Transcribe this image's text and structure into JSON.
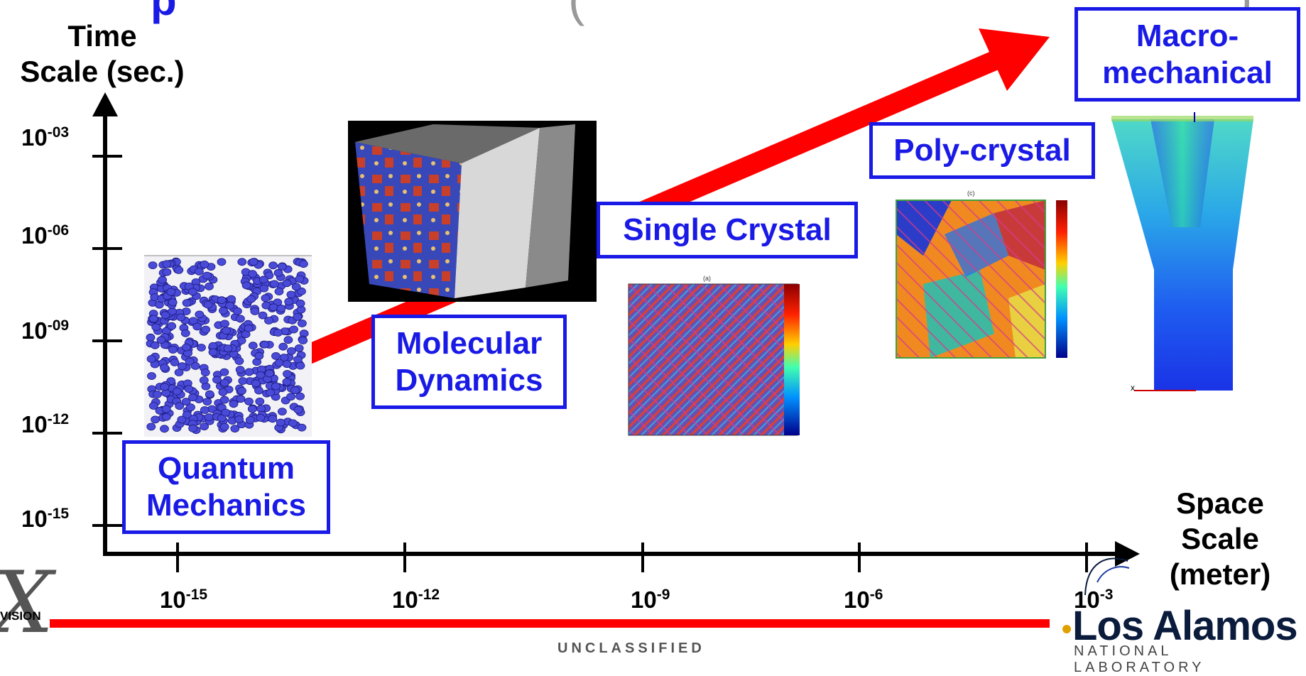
{
  "header": {
    "title_fragment": "p"
  },
  "y_axis": {
    "title_line1": "Time",
    "title_line2": "Scale (sec.)",
    "ticks": [
      {
        "base": "10",
        "exp": "-03"
      },
      {
        "base": "10",
        "exp": "-06"
      },
      {
        "base": "10",
        "exp": "-09"
      },
      {
        "base": "10",
        "exp": "-12"
      },
      {
        "base": "10",
        "exp": "-15"
      }
    ]
  },
  "x_axis": {
    "title_line1": "Space",
    "title_line2": "Scale",
    "title_line3": "(meter)",
    "ticks": [
      {
        "base": "10",
        "exp": "-15"
      },
      {
        "base": "10",
        "exp": "-12"
      },
      {
        "base": "10",
        "exp": "-9"
      },
      {
        "base": "10",
        "exp": "-6"
      },
      {
        "base": "10",
        "exp": "-3"
      }
    ]
  },
  "stages": {
    "quantum_line1": "Quantum",
    "quantum_line2": "Mechanics",
    "molecular_line1": "Molecular",
    "molecular_line2": "Dynamics",
    "single_crystal": "Single Crystal",
    "poly_crystal": "Poly-crystal",
    "macro_line1": "Macro-",
    "macro_line2": "mechanical"
  },
  "inset_labels": {
    "single_crystal_panel": "(a)",
    "poly_crystal_panel": "(c)"
  },
  "footer": {
    "classification": "UNCLASSIFIED",
    "division": "VISION",
    "lab_name": "Los Alamos",
    "lab_sub": "NATIONAL LABORATORY"
  },
  "colors": {
    "box_blue": "#1a1ae6",
    "arrow_red": "#ff0000",
    "axis_black": "#000000"
  }
}
